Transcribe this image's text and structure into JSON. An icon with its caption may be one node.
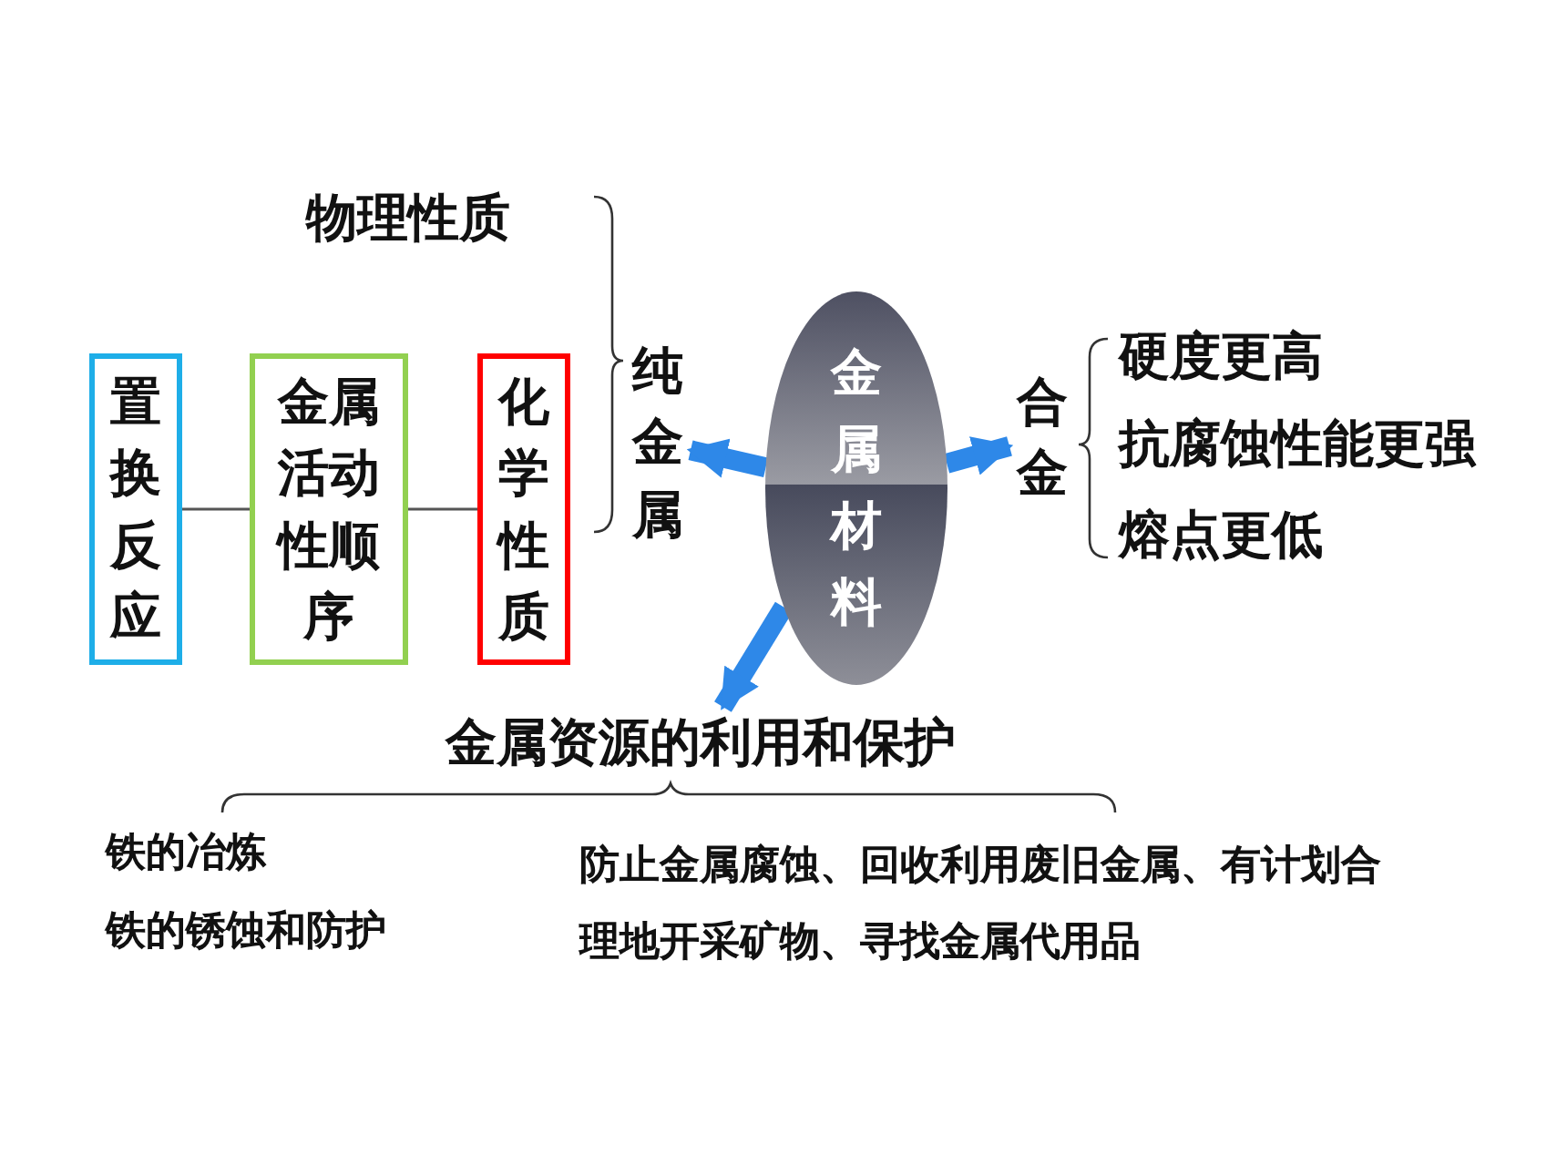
{
  "diagram": {
    "nodes": [
      {
        "text": [
          "金属材料"
        ]
      },
      {
        "text": [
          "纯金属"
        ]
      },
      {
        "text": [
          "合金"
        ]
      },
      {
        "text": [
          "金属资源的利用和保护"
        ]
      },
      {
        "text": [
          "置换反应"
        ]
      },
      {
        "text": [
          "金属活动性顺序"
        ]
      },
      {
        "text": [
          "化学性质"
        ]
      }
    ],
    "edges": [
      {
        "from": 0,
        "to": 1,
        "arrow": "to"
      },
      {
        "from": 0,
        "to": 2,
        "arrow": "to"
      },
      {
        "from": 0,
        "to": 3,
        "arrow": "to"
      },
      {
        "from": 4,
        "to": 5,
        "arrow": "none",
        "color": "#555555"
      },
      {
        "from": 5,
        "to": 6,
        "arrow": "none",
        "color": "#555555"
      }
    ],
    "labels": [
      "物理性质",
      "硬度更高",
      "抗腐蚀性能更强",
      "熔点更低",
      "铁的冶炼",
      "铁的锈蚀和防护",
      "防止金属腐蚀、回收利用废旧金属、有计划合理地开采矿物、寻找金属代用品"
    ]
  }
}
